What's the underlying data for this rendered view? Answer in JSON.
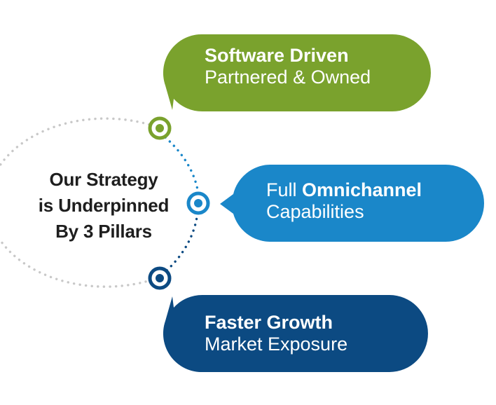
{
  "center": {
    "line1": "Our Strategy",
    "line2": "is Underpinned",
    "line3": "By 3 Pillars"
  },
  "pillars": [
    {
      "bold": "Software Driven",
      "sub": "Partnered & Owned",
      "color": "#7aa22d"
    },
    {
      "prefix": "Full ",
      "bold": "Omnichannel",
      "sub": "Capabilities",
      "color": "#1a87c9"
    },
    {
      "bold": "Faster Growth",
      "sub": "Market Exposure",
      "color": "#0c4a82"
    }
  ],
  "colors": {
    "green": "#7aa22d",
    "blue": "#1a87c9",
    "navy": "#0c4a82",
    "dots": "#c8c8c8"
  }
}
